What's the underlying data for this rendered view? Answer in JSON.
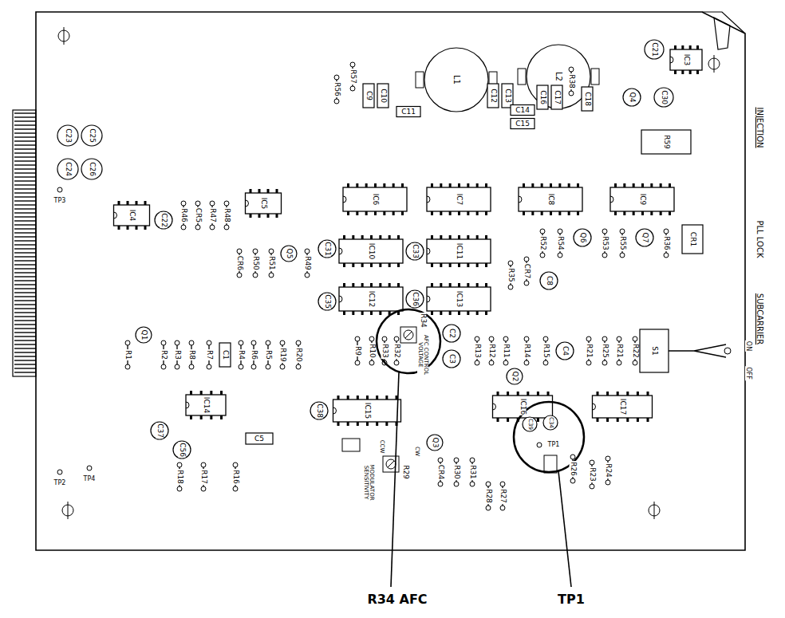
{
  "diagram": {
    "labels": [
      "INJECTION",
      "PLL LOCK",
      "SUBCARRIER",
      "ON",
      "OFF",
      "R59",
      "IC3",
      "C21",
      "C30",
      "Q4",
      "L1",
      "L2",
      "R57",
      "R56",
      "C9",
      "C10",
      "C11",
      "C12",
      "C13",
      "C14",
      "C15",
      "C16",
      "C17",
      "R38",
      "C18",
      "IC6",
      "IC7",
      "IC8",
      "IC9",
      "IC10",
      "IC11",
      "IC12",
      "IC13",
      "C33",
      "C31",
      "C36",
      "C35",
      "R52",
      "R54",
      "Q6",
      "R53",
      "R55",
      "Q7",
      "R36",
      "CR1",
      "S1",
      "R35",
      "CR7",
      "C8",
      "C23",
      "C25",
      "C24",
      "C26",
      "TP3",
      "IC4",
      "C22",
      "R46",
      "CR5",
      "R47",
      "R48",
      "IC5",
      "CR6",
      "R50",
      "R51",
      "Q5",
      "R49",
      "Q1",
      "R1",
      "R2",
      "R3",
      "R8",
      "R7",
      "C1",
      "R4",
      "R6",
      "R5",
      "R19",
      "R20",
      "IC14",
      "C37",
      "C56",
      "C5",
      "R18",
      "R17",
      "R16",
      "TP2",
      "TP4",
      "R9",
      "R10",
      "R33",
      "R32",
      "R34",
      "AFC CONTROL VOLTAGE",
      "C2",
      "C3",
      "IC15",
      "C38",
      "R13",
      "R12",
      "R11",
      "R14",
      "Q2",
      "R15",
      "C4",
      "R21",
      "R25",
      "R21",
      "R22",
      "IC16",
      "IC17",
      "MODULATOR SENSITIVITY",
      "R29",
      "CCW",
      "CW",
      "Q3",
      "CR4",
      "R30",
      "R31",
      "R28",
      "R27",
      "C39",
      "C34",
      "TP1",
      "R26",
      "R23",
      "R24",
      "R34 AFC",
      "TP1"
    ]
  }
}
